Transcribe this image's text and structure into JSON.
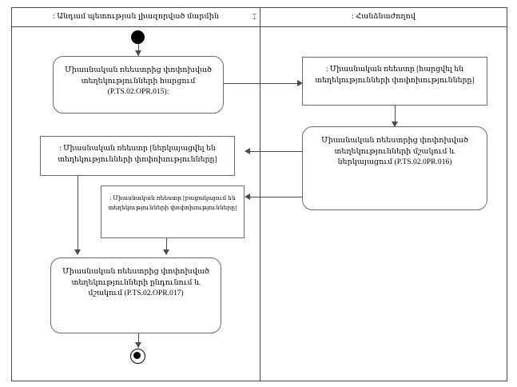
{
  "diagram": {
    "type": "uml-activity-diagram",
    "lanes": [
      {
        "id": "left",
        "title": ": Անդամ պետության լիազորված մարմին",
        "caret": "⌶"
      },
      {
        "id": "right",
        "title": ": Հանձնաժողով"
      }
    ],
    "nodes": {
      "start": {
        "kind": "initial-node"
      },
      "end": {
        "kind": "final-node"
      },
      "request_activity": {
        "kind": "activity",
        "lane": "left",
        "text": "Միասնական ռեեստրից փոփոխված տեղեկությունների հարցում (P.TS.02.OPR.015):"
      },
      "registry_requested": {
        "kind": "object",
        "lane": "right",
        "text": ": Միասնական ռեեստր [հարցվել են տեղեկությունների փոփոխությունները]"
      },
      "process_activity": {
        "kind": "activity",
        "lane": "right",
        "text": "Միասնական ռեեստրից փոփոխված տեղեկությունների մշակում և ներկայացում (P.TS.02.0PR.016)"
      },
      "registry_presented": {
        "kind": "object",
        "lane": "left",
        "text": ": Միասնական ռեեստր [ներկայացվել են տեղեկությունների փոփոխությունները]"
      },
      "registry_absent": {
        "kind": "object",
        "lane": "left",
        "text": ": Միասնական ռեեստր [բացակայում են տեղեկությունների փոփոխությունները]"
      },
      "receive_activity": {
        "kind": "activity",
        "lane": "left",
        "text": "Միասնական ռեեստրից փոփոխված տեղեկությունների ընդունում և մշակում (P.TS.02.OPR.017)"
      }
    },
    "colors": {
      "frame_stroke": "#4a4a4a",
      "node_stroke": "#6b6b6b",
      "node_fill": "#ffffff",
      "text": "#000000",
      "background": "#ffffff"
    }
  }
}
